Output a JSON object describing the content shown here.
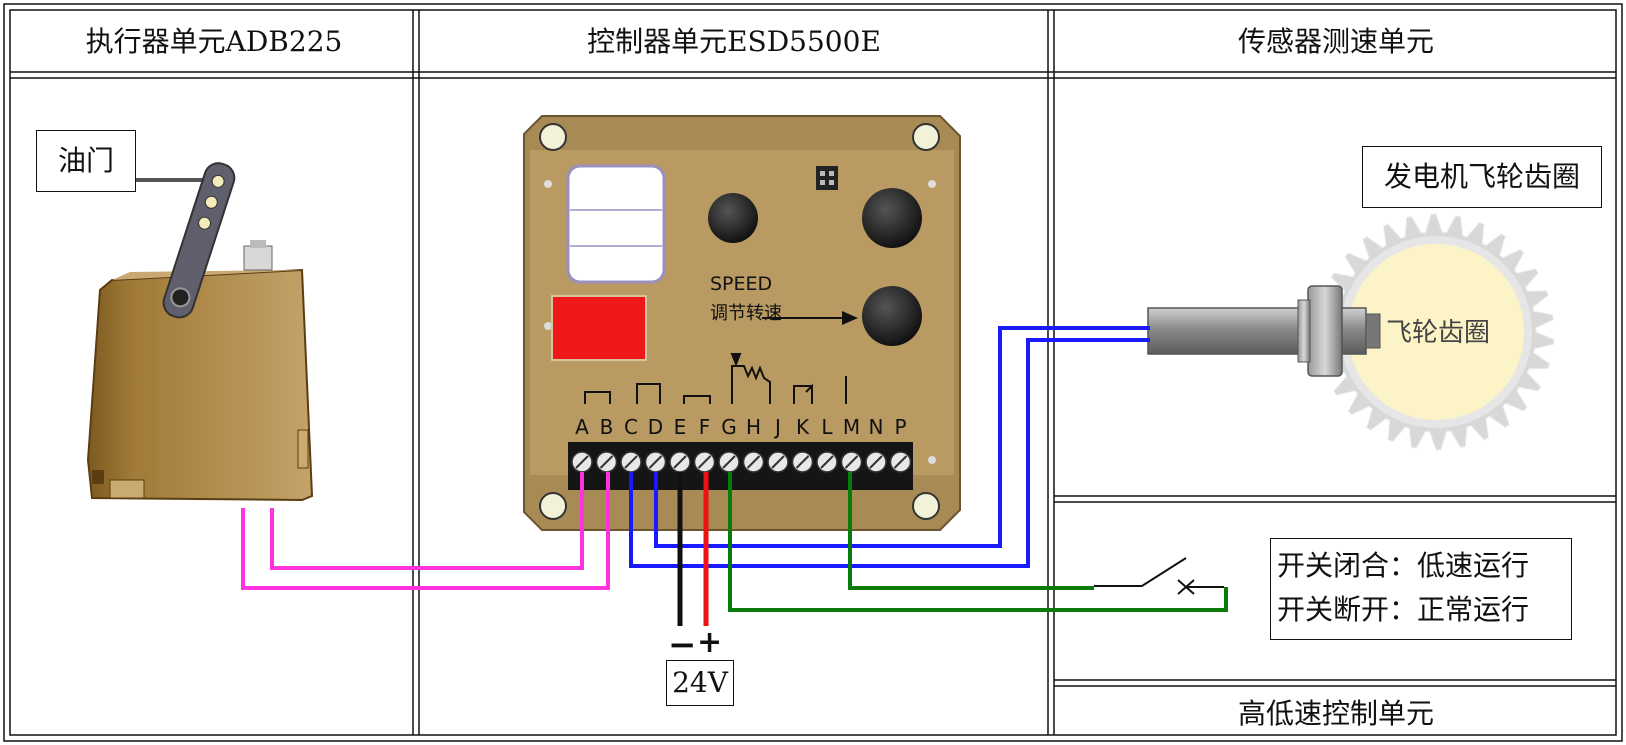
{
  "colors": {
    "border": "#111111",
    "pink_wire": "#ff33dd",
    "blue_wire": "#1a1aff",
    "green_wire": "#0a7a0a",
    "black_wire": "#111111",
    "red_wire": "#ee1111",
    "pcb": "#a88a55"
  },
  "sections": {
    "actuator": "执行器单元ADB225",
    "controller": "控制器单元ESD5500E",
    "sensor": "传感器测速单元",
    "speed_control": "高低速控制单元"
  },
  "labels": {
    "throttle": "油门",
    "flywheel_box": "发电机飞轮齿圈",
    "flywheel_gear": "飞轮齿圈",
    "speed_en": "SPEED",
    "speed_cn": "调节转速",
    "switch_closed": "开关闭合：低速运行",
    "switch_open": "开关断开：正常运行",
    "power": "24V",
    "minus": "−",
    "plus": "+"
  },
  "terminal_letters": [
    "A",
    "B",
    "C",
    "D",
    "E",
    "F",
    "G",
    "H",
    "J",
    "K",
    "L",
    "M",
    "N",
    "P"
  ],
  "icons": [
    "actuator-body-icon",
    "pcb-board-icon",
    "speed-sensor-icon",
    "flywheel-gear-icon",
    "switch-icon",
    "potentiometer-icon",
    "fuse-icon"
  ]
}
